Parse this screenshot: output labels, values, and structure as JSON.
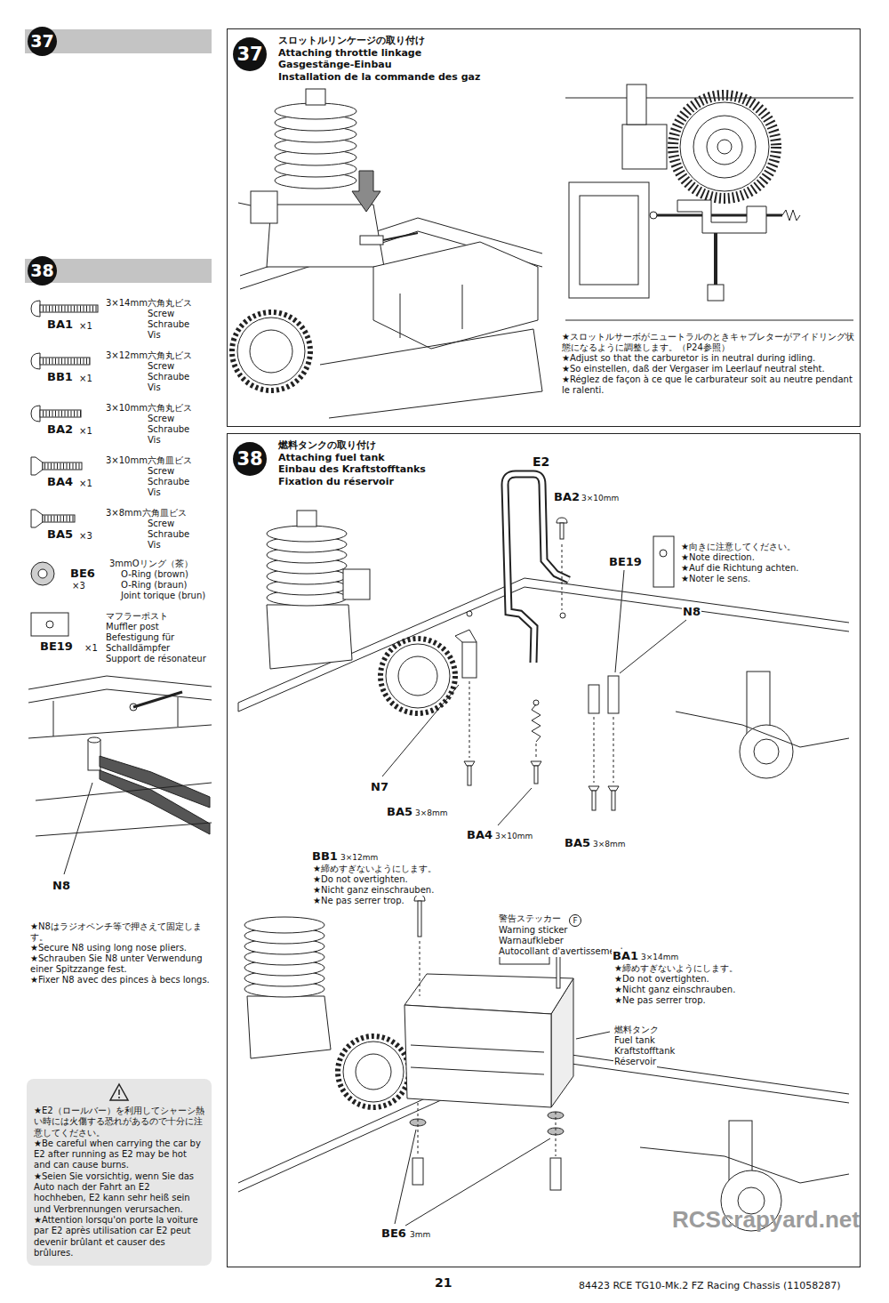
{
  "diagram": {
    "nodes": [
      {
        "text": [
          "37"
        ]
      },
      {
        "text": [
          "スロットルリンケージの取り付け",
          "Attaching throttle linkage",
          "Gasgestänge-Einbau",
          "Installation de la commande des gaz",
          "★スロットルサーボがニュートラルのときキャブレターがアイドリング状態になるように調整します。（P24参照）",
          "★Adjust so that the carburetor is in neutral during idling.",
          "★So einstellen, daß der Vergaser im Leerlauf neutral steht.",
          "★Réglez de façon à ce que le carburateur soit au neutre pendant le ralenti."
        ]
      },
      {
        "text": [
          "37"
        ],
        "in": 1
      },
      {
        "text": [
          "38"
        ]
      },
      {
        "text": [
          "燃料タンクの取り付け",
          "Attaching fuel tank",
          "Einbau des Kraftstofftanks",
          "Fixation du réservoir"
        ]
      },
      {
        "text": [
          "38"
        ],
        "in": 4
      },
      {
        "text": [
          "★E2（ロールバー）を利用してシャーシ熱い時には火傷する恐れがあるので十分に注意してください。",
          "★Be careful when carrying the car by E2 after running as E2 may be hot and can cause burns.",
          "★Seien Sie vorsichtig, wenn Sie das Auto nach der Fahrt an E2 hochheben, E2 kann sehr heiß sein und Verbrennungen verursachen.",
          "★Attention lorsqu'on porte la voiture par E2 après utilisation car E2 peut devenir brûlant et causer des brûlures."
        ]
      }
    ],
    "labels": [
      "3×14mm六角丸ビス",
      "Screw",
      "Schraube",
      "Vis",
      "BA1",
      "×1",
      "3×12mm六角丸ビス",
      "Screw",
      "Schraube",
      "Vis",
      "BB1",
      "×1",
      "3×10mm六角丸ビス",
      "Screw",
      "Schraube",
      "Vis",
      "BA2",
      "×1",
      "3×10mm六角皿ビス",
      "Screw",
      "Schraube",
      "Vis",
      "BA4",
      "×1",
      "3×8mm六角皿ビス",
      "Screw",
      "Schraube",
      "Vis",
      "BA5",
      "×3",
      "3mmOリング（茶）",
      "O-Ring (brown)",
      "O-Ring (braun)",
      "Joint torique (brun)",
      "BE6",
      "×3",
      "マフラーポスト",
      "Muffler post",
      "Befestigung für Schalldämpfer",
      "Support de résonateur",
      "BE19",
      "×1",
      "N8",
      "★N8はラジオペンチ等で押さえて固定します。",
      "★Secure N8 using long nose pliers.",
      "★Schrauben Sie N8 unter Verwendung einer Spitzzange fest.",
      "★Fixer N8 avec des pinces à becs longs.",
      "E2",
      "BA2",
      "3×10mm",
      "BE19",
      "★向きに注意してください。",
      "★Note direction.",
      "★Auf die Richtung achten.",
      "★Noter le sens.",
      "N8",
      "N7",
      "BA5",
      "3×8mm",
      "BA4",
      "3×10mm",
      "BA5",
      "3×8mm",
      "BB1",
      "3×12mm",
      "★締めすぎないようにします。",
      "★Do not overtighten.",
      "★Nicht ganz einschrauben.",
      "★Ne pas serrer trop.",
      "警告ステッカー",
      "F",
      "Warning sticker",
      "Warnaufkleber",
      "Autocollant d'avertissement",
      "BA1",
      "3×14mm",
      "★締めすぎないようにします。",
      "★Do not overtighten.",
      "★Nicht ganz einschrauben.",
      "★Ne pas serrer trop.",
      "燃料タンク",
      "Fuel tank",
      "Kraftstofftank",
      "Réservoir",
      "BE6",
      "3mm",
      "21",
      "84423 RCE TG10-Mk.2 FZ Racing Chassis (11058287)",
      "RCScrapyard.net"
    ]
  }
}
